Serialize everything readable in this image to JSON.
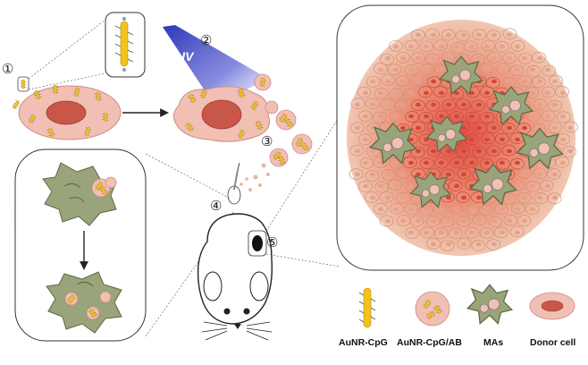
{
  "steps": {
    "s1": "①",
    "s2": "②",
    "s3": "③",
    "s4": "④",
    "s5": "⑤"
  },
  "uv_label": "UV",
  "legend": {
    "aunr_cpg": "AuNR-CpG",
    "aunr_cpg_ab": "AuNR-CpG/AB",
    "mas": "MAs",
    "donor_cell": "Donor cell"
  },
  "colors": {
    "cell_pink": "#f2bfb4",
    "nucleus": "#c8574a",
    "macrophage": "#9aa47a",
    "rod": "#f3c21c",
    "uv_blue": "#4a52c8",
    "tumor_core": "#e8574a"
  }
}
